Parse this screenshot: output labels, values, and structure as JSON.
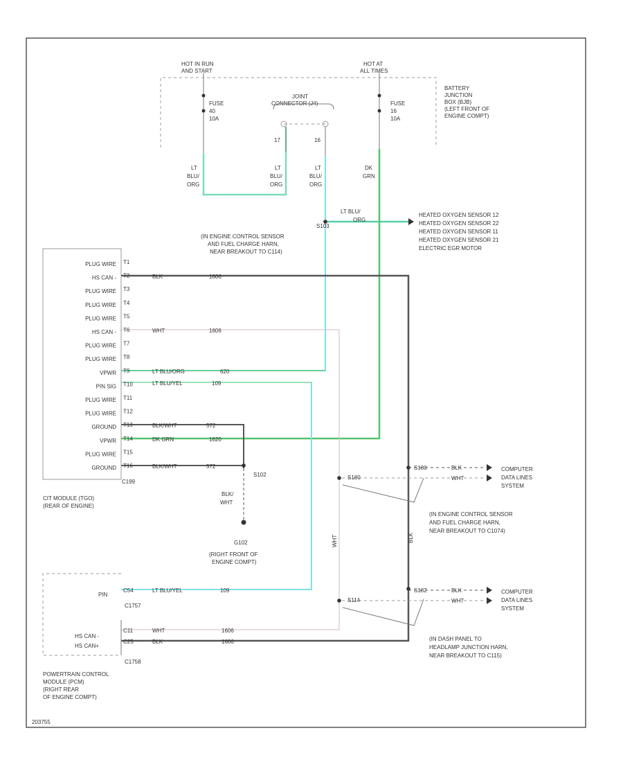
{
  "top": {
    "hot_run_start": [
      "HOT IN RUN",
      "AND START"
    ],
    "hot_all_times": [
      "HOT AT",
      "ALL TIMES"
    ],
    "fuse_left": [
      "FUSE",
      "40",
      "10A"
    ],
    "fuse_right": [
      "FUSE",
      "16",
      "10A"
    ],
    "joint": [
      "JOINT",
      "CONNECTOR (J4)"
    ],
    "cav_a": "17",
    "cav_b": "16",
    "bjb": [
      "BATTERY",
      "JUNCTION",
      "BOX (BJB)",
      "(LEFT FRONT OF",
      "ENGINE COMPT)"
    ]
  },
  "wires": {
    "w1": [
      "LT",
      "BLU/",
      "ORG"
    ],
    "w2": [
      "LT",
      "BLU/",
      "ORG"
    ],
    "w3": [
      "LT",
      "BLU/",
      "ORG"
    ],
    "w4": [
      "DK",
      "GRN"
    ],
    "w5": [
      "LT BLU/",
      "ORG"
    ]
  },
  "splice_s103": {
    "id": "S103",
    "desc": [
      "(IN ENGINE CONTROL SENSOR",
      "AND FUEL CHARGE HARN,",
      "NEAR BREAKOUT TO C114)"
    ]
  },
  "hos": [
    "HEATED OXYGEN SENSOR 12",
    "HEATED OXYGEN SENSOR 22",
    "HEATED OXYGEN SENSOR 11",
    "HEATED OXYGEN SENSOR 21",
    "ELECTRIC EGR MOTOR"
  ],
  "cop": {
    "labels": [
      "PLUG WIRE",
      "HS CAN -",
      "PLUG WIRE",
      "PLUG WIRE",
      "PLUG WIRE",
      "HS CAN -",
      "PLUG WIRE",
      "PLUG WIRE",
      "VPWR",
      "PIN SIG",
      "PLUG WIRE",
      "PLUG WIRE",
      "GROUND",
      "VPWR",
      "PLUG WIRE",
      "GROUND"
    ],
    "pins": [
      "T1",
      "T2",
      "T3",
      "T4",
      "T5",
      "T6",
      "T7",
      "T8",
      "T9",
      "T10",
      "T11",
      "T12",
      "T13",
      "T14",
      "T15",
      "T16"
    ],
    "connector": "C199",
    "module": [
      "CIT MODULE (TGO)",
      "(REAR OF ENGINE)"
    ]
  },
  "wire_labels": {
    "t2": [
      "BLK",
      "1606"
    ],
    "t6": [
      "WHT",
      "1606"
    ],
    "t9": [
      "LT BLU/ORG",
      "620"
    ],
    "t10": [
      "LT BLU/YEL",
      "109"
    ],
    "t13": [
      "BLK/WHT",
      "572"
    ],
    "t14": [
      "DK GRN",
      "1620"
    ],
    "t16": [
      "BLK/WHT",
      "572"
    ]
  },
  "g102": {
    "splice": "S102",
    "wire": [
      "BLK/",
      "WHT"
    ],
    "id": "G102",
    "desc": [
      "(RIGHT FRONT OF",
      "ENGINE COMPT)"
    ]
  },
  "splice_s180": {
    "id": "S180",
    "desc": [
      "(IN ENGINE CONTROL SENSOR",
      "AND FUEL CHARGE HARN,",
      "NEAR BREAKOUT TO C1074)"
    ]
  },
  "splice_s114": {
    "id": "S114",
    "desc": [
      "(IN DASH PANEL TO",
      "HEADLAMP JUNCTION HARN,",
      "NEAR BREAKOUT TO C115)"
    ]
  },
  "vwire": {
    "wht": "WHT",
    "blk": "BLK"
  },
  "data_links": {
    "upper": {
      "conn": "S180",
      "w1": "BLK",
      "w2": "WHT",
      "target": [
        "COMPUTER",
        "DATA LINES",
        "SYSTEM"
      ]
    },
    "lower": {
      "conn": "S182",
      "w1": "BLK",
      "w2": "WHT",
      "target": [
        "COMPUTER",
        "DATA LINES",
        "SYSTEM"
      ]
    }
  },
  "pcm": {
    "pins": {
      "pin": "C54",
      "hs_minus": "C11",
      "hs_plus": "C25"
    },
    "labels": {
      "pin": "PIN",
      "hs_minus": "HS CAN -",
      "hs_plus": "HS CAN+"
    },
    "connectors": {
      "c1": "C1757",
      "c2": "C1758"
    },
    "wires": {
      "pin": [
        "LT BLU/YEL",
        "109"
      ],
      "hs_minus": [
        "WHT",
        "1606"
      ],
      "hs_plus": [
        "BLK",
        "1606"
      ]
    },
    "module": [
      "POWERTRAIN CONTROL",
      "MODULE (PCM)",
      "(RIGHT REAR",
      "OF ENGINE COMPT)"
    ]
  },
  "figure_id": "203755"
}
